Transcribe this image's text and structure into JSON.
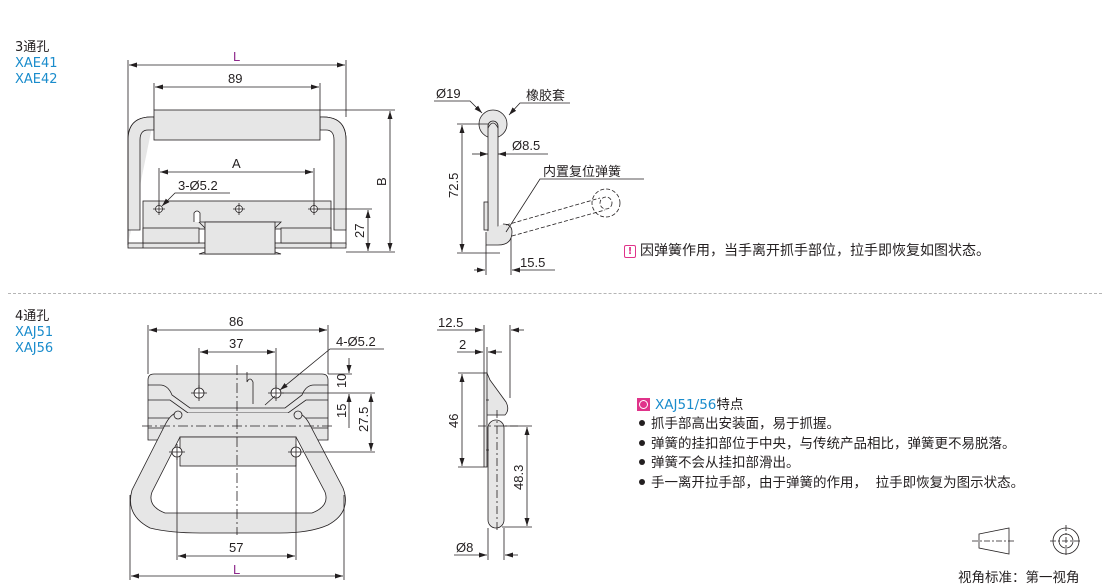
{
  "section1": {
    "holes_label": "3通孔",
    "models": [
      "XAE41",
      "XAE42"
    ],
    "dims": {
      "L": "L",
      "width_89": "89",
      "A": "A",
      "holes": "3-Ø5.2",
      "B": "B",
      "h27": "27",
      "d19": "Ø19",
      "rubber": "橡胶套",
      "d85": "Ø8.5",
      "h725": "72.5",
      "spring": "内置复位弹簧",
      "w155": "15.5"
    },
    "note": "因弹簧作用，当手离开抓手部位，拉手即恢复如图状态。",
    "note_icon": "exclamation-icon"
  },
  "section2": {
    "holes_label": "4通孔",
    "models": [
      "XAJ51",
      "XAJ56"
    ],
    "dims": {
      "w86": "86",
      "w37": "37",
      "holes": "4-Ø5.2",
      "h10": "10",
      "h15": "15",
      "h275": "27.5",
      "w57": "57",
      "L": "L",
      "w125": "12.5",
      "w2": "2",
      "h46": "46",
      "h483": "48.3",
      "d8": "Ø8"
    },
    "features": {
      "title_model": "XAJ51/56",
      "title_suffix": "特点",
      "items": [
        "抓手部高出安装面，易于抓握。",
        "弹簧的挂扣部位于中央，与传统产品相比，弹簧更不易脱落。",
        "弹簧不会从挂扣部滑出。",
        "手一离开拉手部，由于弹簧的作用，  拉手即恢复为图示状态。"
      ]
    }
  },
  "projection": {
    "label": "视角标准：第一视角"
  },
  "colors": {
    "model_blue": "#1a8ccc",
    "accent_magenta": "#e0338a",
    "dim_L_purple": "#8e2a8c",
    "part_fill": "#e6e6e6",
    "line": "#231f20"
  }
}
